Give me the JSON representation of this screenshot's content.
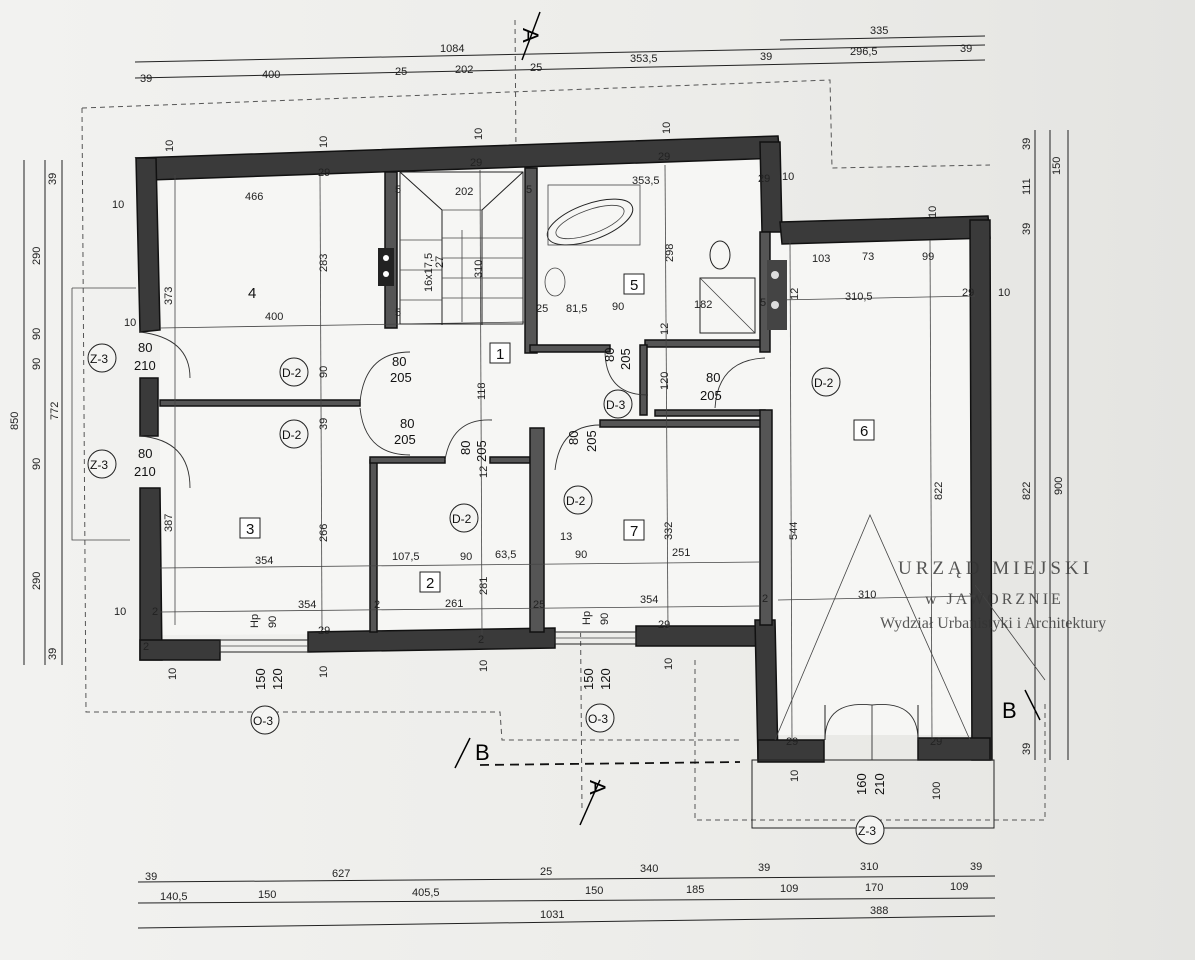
{
  "top_dims": {
    "overall": "1084",
    "total_right": "335",
    "row": [
      "39",
      "400",
      "25",
      "202",
      "25",
      "353,5",
      "39",
      "296,5",
      "39"
    ]
  },
  "bottom_dims": {
    "row1": [
      "39",
      "627",
      "25",
      "340",
      "39",
      "310",
      "39"
    ],
    "row2": [
      "140,5",
      "150",
      "405,5",
      "150",
      "185",
      "109",
      "170",
      "109"
    ],
    "row3": [
      "1031",
      "388"
    ]
  },
  "left_dims": {
    "total": "850",
    "mid": "772",
    "col": [
      "39",
      "290",
      "90",
      "90",
      "90",
      "290",
      "39"
    ]
  },
  "right_dims": {
    "col_a": [
      "39",
      "111",
      "39"
    ],
    "col_b": "150",
    "height_a": "822",
    "height_b": "900",
    "bottom": "39"
  },
  "rooms": [
    {
      "id": "room-4",
      "label": "4"
    },
    {
      "id": "room-1",
      "label": "1"
    },
    {
      "id": "room-5",
      "label": "5"
    },
    {
      "id": "room-6",
      "label": "6"
    },
    {
      "id": "room-3",
      "label": "3"
    },
    {
      "id": "room-2",
      "label": "2"
    },
    {
      "id": "room-7",
      "label": "7"
    }
  ],
  "interior_dims": {
    "r4_width": "466",
    "r4_height": "283",
    "r4_h2": "373",
    "r4_w2": "400",
    "stair_w": "202",
    "stair_steps": "16x17,5",
    "stair_27": "27",
    "stair_310": "310",
    "r5_width": "353,5",
    "r5_h": "298",
    "r5_81": "81,5",
    "r5_90": "90",
    "r5_182": "182",
    "r6_width": "310,5",
    "r6_h": "822",
    "r6_310": "310",
    "r6_103": "103",
    "r6_73": "73",
    "r6_99": "99",
    "r3_h": "387",
    "r3_266": "266",
    "r3_354": "354",
    "r3_354b": "354",
    "r2_107": "107,5",
    "r2_90": "90",
    "r2_63": "63,5",
    "r2_281": "281",
    "r2_261": "261",
    "r7_332": "332",
    "r7_251": "251",
    "r7_354": "354",
    "r7_90": "90",
    "r7_13": "13",
    "hall_118": "118",
    "r6_544": "544"
  },
  "wall_marks": [
    "10",
    "12",
    "25",
    "29",
    "5",
    "2",
    "10",
    "12,5"
  ],
  "doors": [
    {
      "tag": "D-2",
      "w": "80",
      "h": "205"
    },
    {
      "tag": "D-2",
      "w": "80",
      "h": "205"
    },
    {
      "tag": "D-2",
      "w": "80",
      "h": "205"
    },
    {
      "tag": "D-3",
      "w": "80",
      "h": "205"
    },
    {
      "tag": "D-2",
      "w": "80",
      "h": "205"
    },
    {
      "tag": "D-2",
      "w": "80",
      "h": "205"
    }
  ],
  "openings": {
    "z3_left_top": {
      "tag": "Z-3",
      "w": "80",
      "h": "210"
    },
    "z3_left_bot": {
      "tag": "Z-3",
      "w": "80",
      "h": "210"
    },
    "z3_entry": {
      "tag": "Z-3",
      "w": "160",
      "h": "210"
    },
    "o3_left": {
      "tag": "O-3",
      "w": "150",
      "h": "120",
      "hp": "Hp",
      "hp_h": "90"
    },
    "o3_mid": {
      "tag": "O-3",
      "w": "150",
      "h": "120",
      "hp": "Hp",
      "hp_h": "90"
    },
    "entry_100": "100",
    "entry_10": "10"
  },
  "sections": {
    "a_top": "A",
    "a_bottom": "A",
    "b_left": "B",
    "b_right": "B"
  },
  "stamp": {
    "line1": "URZĄD MIEJSKI",
    "line2": "w JAWORZNIE",
    "line3": "Wydział Urbanistyki i Architektury"
  }
}
